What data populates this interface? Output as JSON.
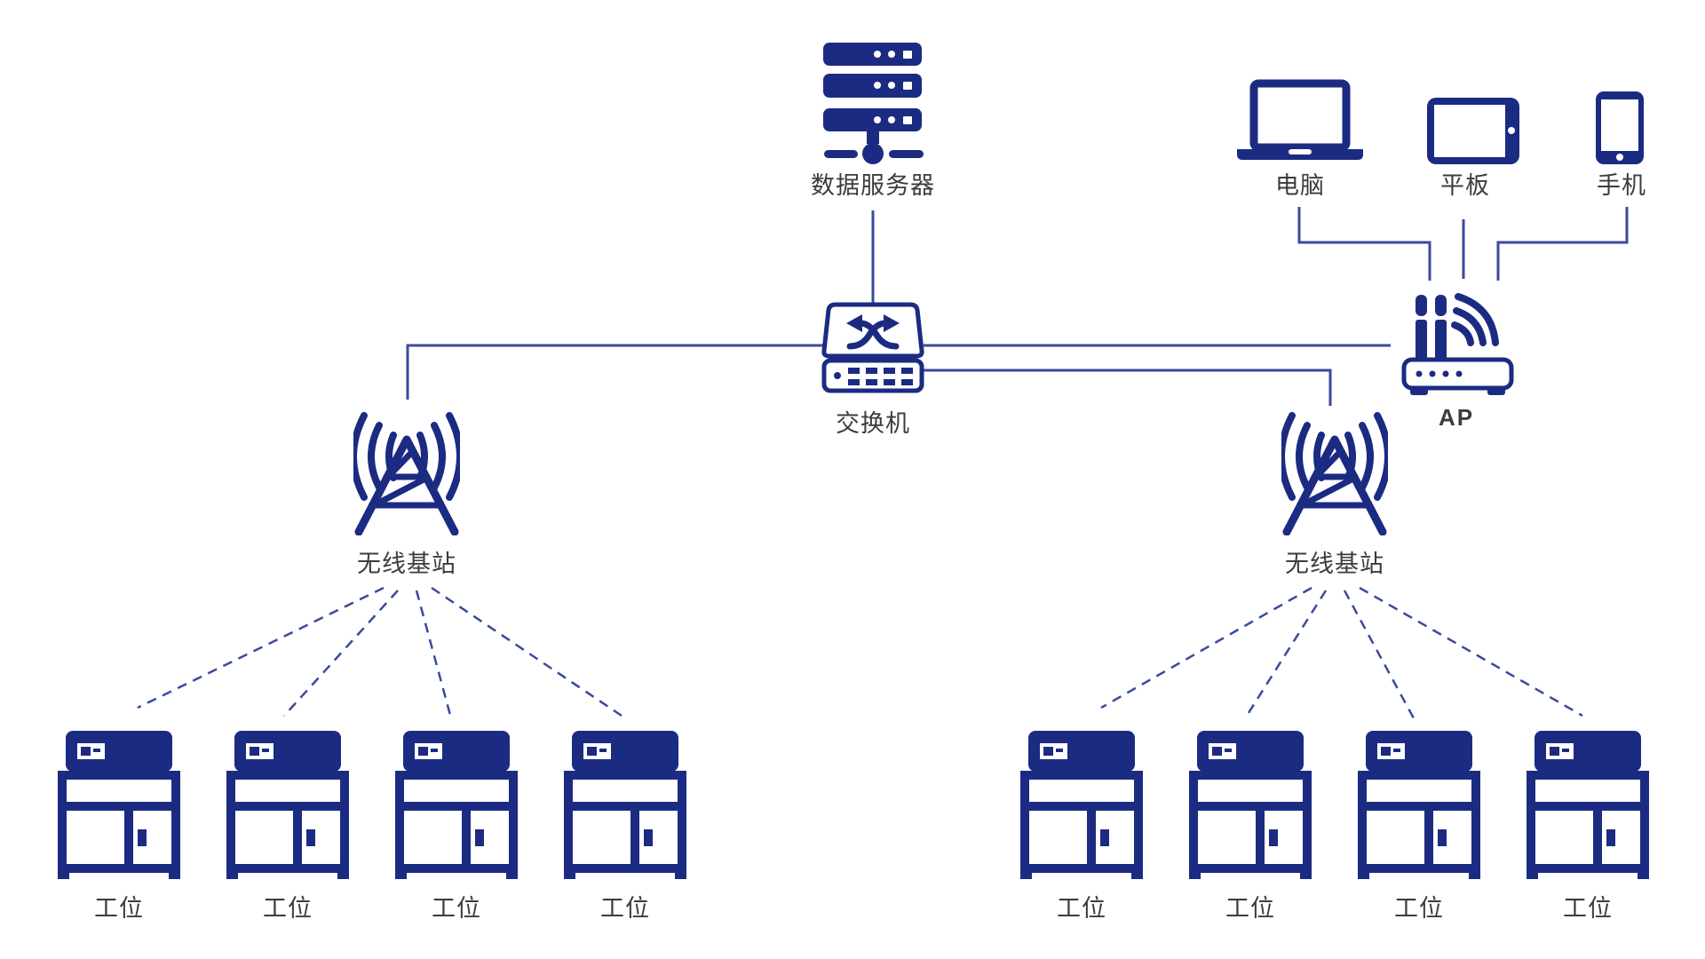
{
  "colors": {
    "icon": "#1c2b82",
    "line": "#3a4a9c",
    "text": "#3c3c3c",
    "background": "#ffffff"
  },
  "diagram": {
    "server": {
      "label": "数据服务器",
      "icon": "server-rack-icon"
    },
    "switch": {
      "label": "交换机",
      "icon": "network-switch-icon"
    },
    "ap": {
      "label": "AP",
      "icon": "wireless-router-icon"
    },
    "computer": {
      "label": "电脑",
      "icon": "laptop-icon"
    },
    "tablet": {
      "label": "平板",
      "icon": "tablet-icon"
    },
    "phone": {
      "label": "手机",
      "icon": "smartphone-icon"
    },
    "base_station_left": {
      "label": "无线基站",
      "icon": "radio-tower-icon"
    },
    "base_station_right": {
      "label": "无线基站",
      "icon": "radio-tower-icon"
    },
    "workstations_left": [
      {
        "label": "工位",
        "icon": "workstation-icon"
      },
      {
        "label": "工位",
        "icon": "workstation-icon"
      },
      {
        "label": "工位",
        "icon": "workstation-icon"
      },
      {
        "label": "工位",
        "icon": "workstation-icon"
      }
    ],
    "workstations_right": [
      {
        "label": "工位",
        "icon": "workstation-icon"
      },
      {
        "label": "工位",
        "icon": "workstation-icon"
      },
      {
        "label": "工位",
        "icon": "workstation-icon"
      },
      {
        "label": "工位",
        "icon": "workstation-icon"
      }
    ]
  }
}
